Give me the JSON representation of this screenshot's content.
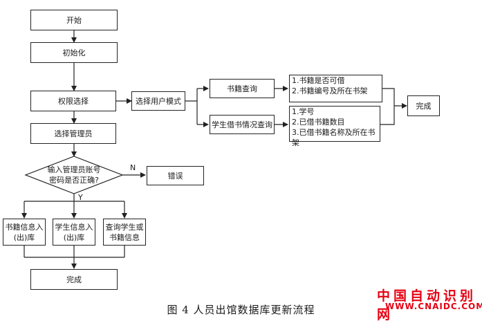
{
  "nodes": {
    "start": "开始",
    "init": "初始化",
    "auth": "权限选择",
    "select_mode": "选择用户模式",
    "select_admin": "选择管理员",
    "decision": [
      "输入管理员账号",
      "密码是否正确?"
    ],
    "error": "错误",
    "book_query": "书籍查询",
    "student_query": "学生借书情况查询",
    "book_result": [
      "1.书籍是否可借",
      "2.书籍编号及所在书架"
    ],
    "student_result": [
      "1.学号",
      "2.已借书籍数目",
      "3.已借书籍名称及所在书架"
    ],
    "done_right": "完成",
    "book_io": [
      "书籍信息入",
      "(出)库"
    ],
    "student_io": [
      "学生信息入",
      "(出)库"
    ],
    "query_info": [
      "查询学生或",
      "书籍信息"
    ],
    "done_bottom": "完成"
  },
  "labels": {
    "no": "N",
    "yes": "Y"
  },
  "caption": "图 4  人员出馆数据库更新流程",
  "watermark": {
    "cn": "中国自动识别网",
    "url": "WWW.CNAIDC.COM"
  },
  "colors": {
    "line": "#222222",
    "watermark": "#e60012"
  }
}
